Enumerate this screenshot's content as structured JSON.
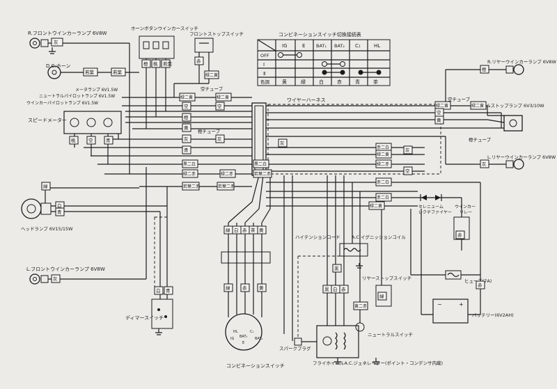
{
  "components": {
    "r_front_winker": "R.フロントウインカーランプ 6V8W",
    "horn_winker_switch": "ホーンボタンウインカースイッチ",
    "front_stop_switch": "フロントストップスイッチ",
    "dc_horn": "D.C.ホーン",
    "meter_lamp": "メータランプ 6V1.5W",
    "neutral_pilot": "ニュートラルパイロットランプ 6V1.5W",
    "winker_pilot": "ウインカーパイロットランプ 6V1.5W",
    "speedometer": "スピードメーター",
    "headlamp": "ヘッドランプ 6V15/15W",
    "l_front_winker": "L.フロントウインカーランプ 6V8W",
    "dimmer_switch": "ディマースイッチ",
    "combination_switch": "コンビネーションスイッチ",
    "wire_harness": "ワイヤーハーネス",
    "empty_tube_1": "空チューブ",
    "empty_tube_2": "空チューブ",
    "yellow_tube": "橙チューブ",
    "yellow_tube_2": "橙チューブ",
    "high_tension_cord": "ハイテンションコード",
    "ac_ignition_coil": "A.C.イグニッションコイル",
    "rear_stop_switch": "リヤーストップスイッチ",
    "neutral_switch": "ニュートラルスイッチ",
    "spark_plug": "スパークプラグ",
    "flywheel_generator": "フライホイールA.C.ジェネレーター(ポイント・コンデンサ内蔵)",
    "selenium_rectifier": "セレニューム レクチファイヤー",
    "winker_relay": "ウインカー リレー",
    "fuse": "ヒューズ(7A)",
    "battery": "バッテリー(6V2AH)",
    "r_rear_winker": "R.リヤーウインカーランプ 6V8W",
    "tail_stop_lamp": "テール&ストップランプ 6V3/10W",
    "l_rear_winker": "L.リヤーウインカーランプ 6V8W"
  },
  "table": {
    "title": "コンビネーションスイッチ切換接続表",
    "headers": [
      "",
      "IG",
      "E",
      "BAT₁",
      "BAT₂",
      "C₁",
      "HL"
    ],
    "rows": [
      "OFF",
      "Ⅰ",
      "Ⅱ",
      "色調"
    ],
    "colors": [
      "黄",
      "緑",
      "白",
      "赤",
      "青",
      "茶"
    ]
  },
  "combo_terminals": [
    "HL",
    "BAT₁",
    "C₁",
    "IG",
    "BAT₂",
    "E"
  ],
  "wire_labels": {
    "wl01": "灰",
    "wl02": "若葉",
    "wl03": "赤",
    "wl04": "黒",
    "wl05": "緑",
    "wl06": "桃",
    "wl07": "黄",
    "wl08": "空",
    "wl09": "橙",
    "wl10": "青",
    "wl11": "緑二黄",
    "wl12": "黒二白",
    "wl13": "赤二白",
    "wl14": "緑二赤",
    "wl15": "若葉二赤",
    "wl16": "茶",
    "wl17": "白",
    "wl18": "黄二赤"
  }
}
